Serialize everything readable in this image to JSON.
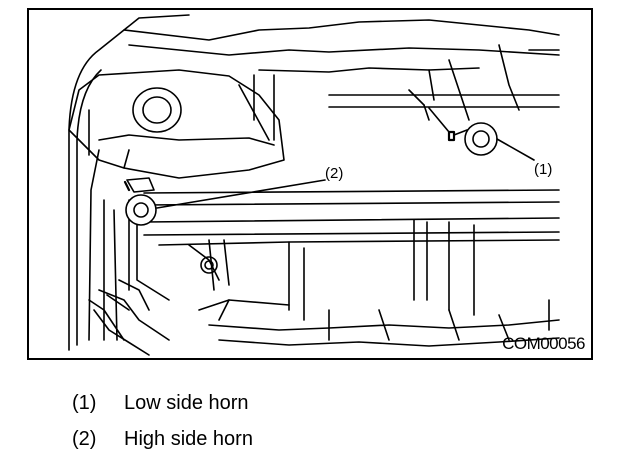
{
  "figure": {
    "code": "COM00056",
    "callouts": [
      {
        "id": "1",
        "label": "(1)"
      },
      {
        "id": "2",
        "label": "(2)"
      }
    ]
  },
  "legend": [
    {
      "num": "(1)",
      "text": "Low side horn"
    },
    {
      "num": "(2)",
      "text": "High side horn"
    }
  ],
  "colors": {
    "line": "#000000",
    "background": "#ffffff"
  }
}
